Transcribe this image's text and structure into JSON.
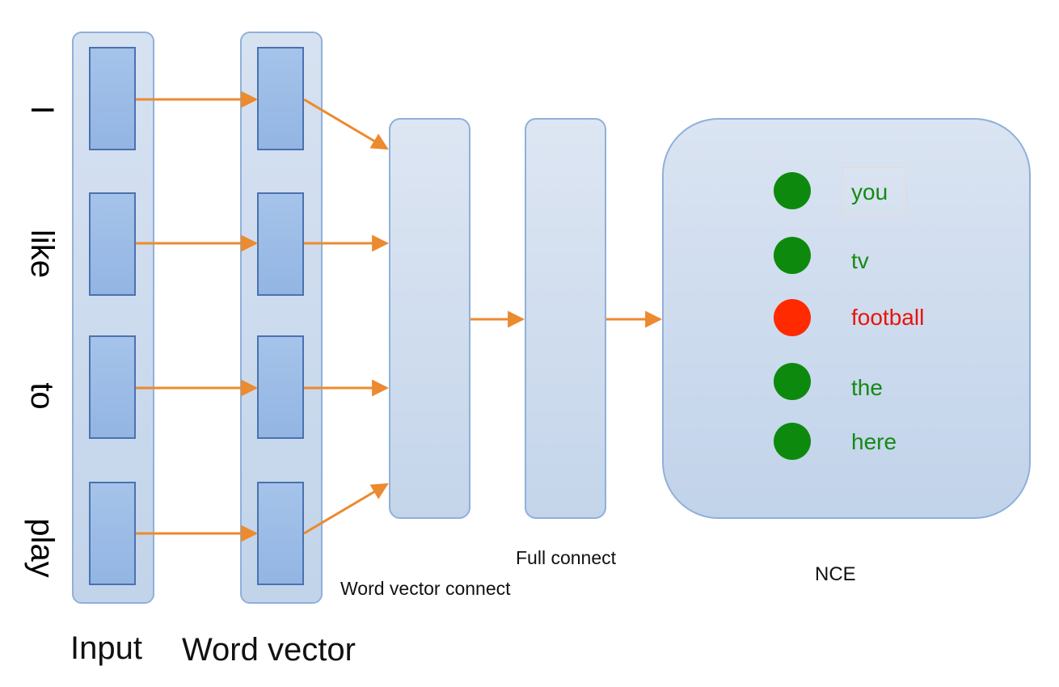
{
  "input_words": [
    "I",
    "like",
    "to",
    "play"
  ],
  "labels": {
    "input": "Input",
    "word_vector": "Word vector",
    "word_vector_connect": "Word vector connect",
    "full_connect": "Full connect",
    "nce": "NCE"
  },
  "candidates": [
    {
      "word": "you",
      "color": "#148a14"
    },
    {
      "word": "tv",
      "color": "#148a14"
    },
    {
      "word": "football",
      "color": "#e8140c"
    },
    {
      "word": "the",
      "color": "#148a14"
    },
    {
      "word": "here",
      "color": "#148a14"
    }
  ],
  "colors": {
    "arrow": "#ec8a2f",
    "positive_dot": "#0d8a0d",
    "negative_dot": "#ff2a00"
  }
}
